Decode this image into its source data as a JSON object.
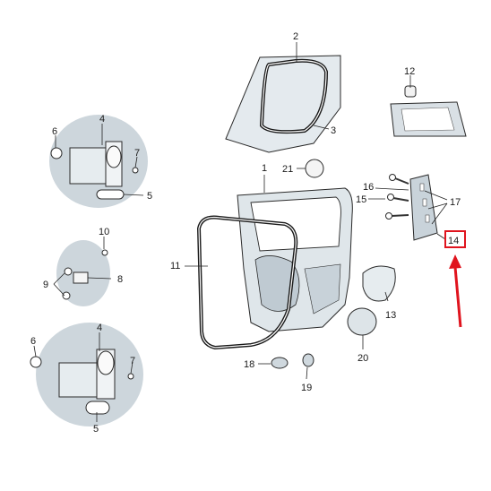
{
  "callouts": {
    "c1": "1",
    "c2": "2",
    "c3": "3",
    "c4a": "4",
    "c4b": "4",
    "c5a": "5",
    "c5b": "5",
    "c6a": "6",
    "c6b": "6",
    "c7a": "7",
    "c7b": "7",
    "c8": "8",
    "c9": "9",
    "c10": "10",
    "c11": "11",
    "c12": "12",
    "c13": "13",
    "c14": "14",
    "c15": "15",
    "c16": "16",
    "c17": "17",
    "c18": "18",
    "c19": "19",
    "c20": "20",
    "c21": "21"
  },
  "colors": {
    "highlight": "#e0141e",
    "part_fill": "#dfe6ea",
    "part_shade": "#b8c4cc",
    "detail_bg": "#c9d3da",
    "ink": "#1a1a1a"
  },
  "highlighted_part": "14"
}
